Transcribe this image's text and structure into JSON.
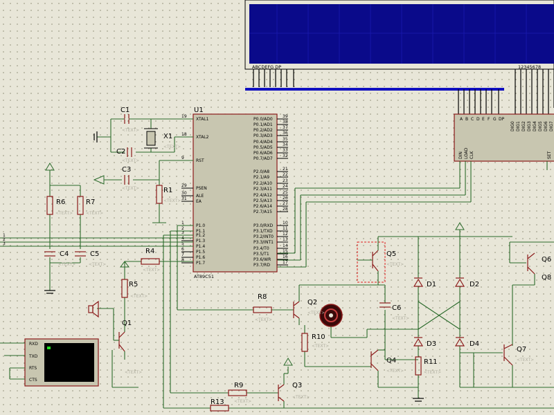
{
  "colors": {
    "background": "#e8e6d8",
    "wire": "#2a6a2a",
    "component": "#8b1a1a",
    "lcd": "#0a0a8a",
    "bus": "#1010c0"
  },
  "placeholder_text": "<TEXT>",
  "mcu": {
    "ref": "U1",
    "part": "AT89C51",
    "left_pins": [
      {
        "num": "19",
        "name": "XTAL1"
      },
      {
        "num": "18",
        "name": "XTAL2"
      },
      {
        "num": "9",
        "name": "RST"
      },
      {
        "num": "29",
        "name": "PSEN"
      },
      {
        "num": "30",
        "name": "ALE"
      },
      {
        "num": "31",
        "name": "EA"
      },
      {
        "num": "1",
        "name": "P1.0"
      },
      {
        "num": "2",
        "name": "P1.1"
      },
      {
        "num": "3",
        "name": "P1.2"
      },
      {
        "num": "4",
        "name": "P1.3"
      },
      {
        "num": "5",
        "name": "P1.4"
      },
      {
        "num": "6",
        "name": "P1.5"
      },
      {
        "num": "7",
        "name": "P1.6"
      },
      {
        "num": "8",
        "name": "P1.7"
      }
    ],
    "right_pins": [
      {
        "num": "39",
        "name": "P0.0/AD0"
      },
      {
        "num": "38",
        "name": "P0.1/AD1"
      },
      {
        "num": "37",
        "name": "P0.2/AD2"
      },
      {
        "num": "36",
        "name": "P0.3/AD3"
      },
      {
        "num": "35",
        "name": "P0.4/AD4"
      },
      {
        "num": "34",
        "name": "P0.5/AD5"
      },
      {
        "num": "33",
        "name": "P0.6/AD6"
      },
      {
        "num": "32",
        "name": "P0.7/AD7"
      },
      {
        "num": "21",
        "name": "P2.0/A8"
      },
      {
        "num": "22",
        "name": "P2.1/A9"
      },
      {
        "num": "23",
        "name": "P2.2/A10"
      },
      {
        "num": "24",
        "name": "P2.3/A11"
      },
      {
        "num": "25",
        "name": "P2.4/A12"
      },
      {
        "num": "26",
        "name": "P2.5/A13"
      },
      {
        "num": "27",
        "name": "P2.6/A14"
      },
      {
        "num": "28",
        "name": "P2.7/A15"
      },
      {
        "num": "10",
        "name": "P3.0/RXD"
      },
      {
        "num": "11",
        "name": "P3.1/TXD"
      },
      {
        "num": "12",
        "name": "P3.2/INT0"
      },
      {
        "num": "13",
        "name": "P3.3/INT1"
      },
      {
        "num": "14",
        "name": "P3.4/T0"
      },
      {
        "num": "15",
        "name": "P3.5/T1"
      },
      {
        "num": "16",
        "name": "P3.6/WR"
      },
      {
        "num": "17",
        "name": "P3.7/RD"
      }
    ]
  },
  "components": {
    "C1": "C1",
    "C2": "C2",
    "C3": "C3",
    "C4": "C4",
    "C5": "C5",
    "C6": "C6",
    "X1": "X1",
    "R1": "R1",
    "R4": "R4",
    "R5": "R5",
    "R6": "R6",
    "R7": "R7",
    "R8": "R8",
    "R9": "R9",
    "R10": "R10",
    "R11": "R11",
    "R13": "R13",
    "Q1": "Q1",
    "Q2": "Q2",
    "Q3": "Q3",
    "Q4": "Q4",
    "Q5": "Q5",
    "Q6": "Q6",
    "Q7": "Q7",
    "Q8": "Q8",
    "D1": "D1",
    "D2": "D2",
    "D3": "D3",
    "D4": "D4"
  },
  "lcd": {
    "segment_label": "ABCDEFG  DP",
    "digit_label": "12345678"
  },
  "terminal": {
    "pins": [
      "RXD",
      "TXD",
      "RTS",
      "CTS"
    ]
  },
  "left_bus": [
    "1",
    "2",
    "3"
  ],
  "driver_ic": {
    "top_pins": [
      "A",
      "B",
      "C",
      "D",
      "E",
      "F",
      "G",
      "DP",
      "DIG0",
      "DIG1",
      "DIG2",
      "DIG3",
      "DIG4",
      "DIG5",
      "DIG6",
      "DIG7"
    ],
    "bottom_pins": [
      "DIN",
      "LOAD",
      "CLK"
    ],
    "right_label": "SET"
  }
}
